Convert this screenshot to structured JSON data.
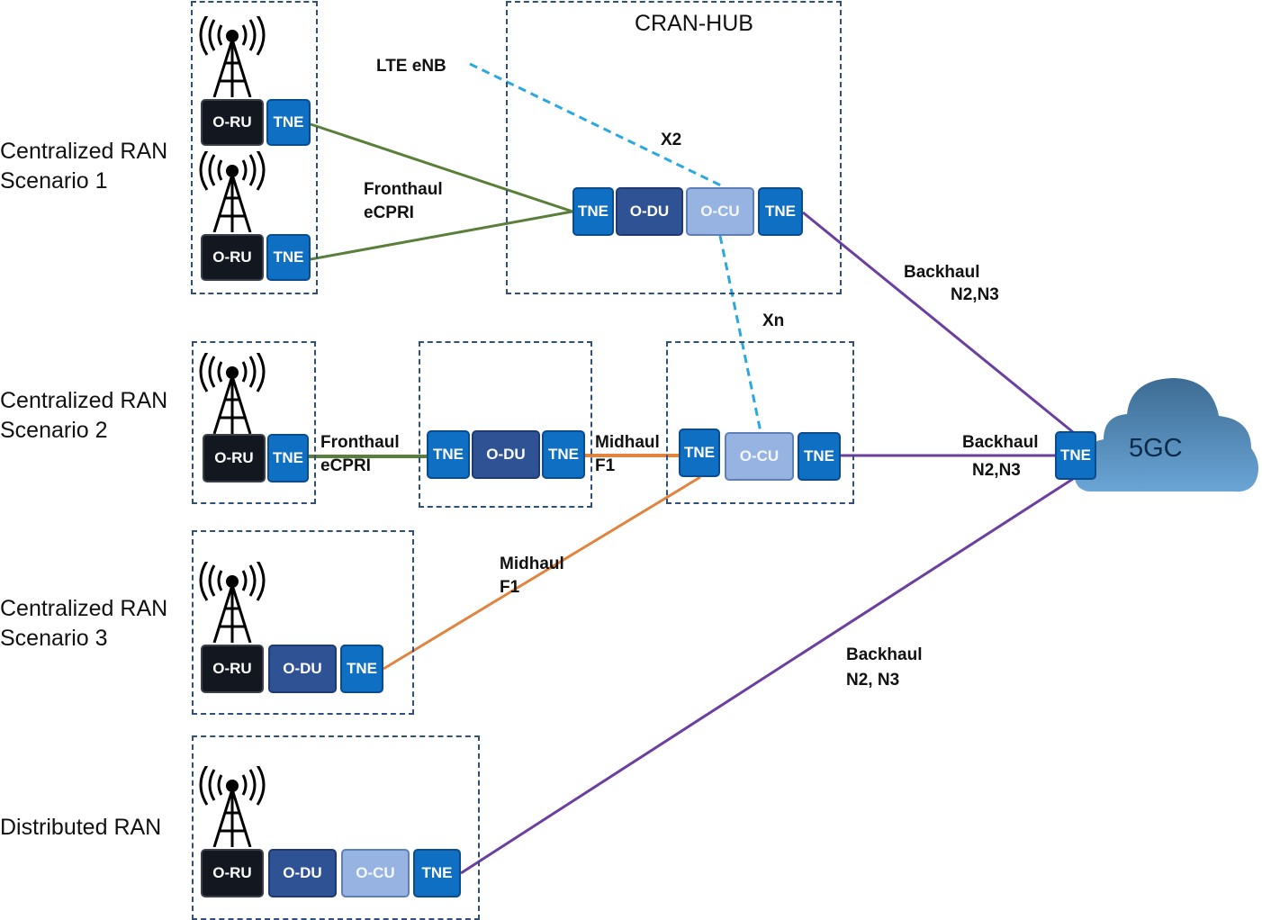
{
  "scenarios": {
    "s1": "Centralized RAN\nScenario 1",
    "s2": "Centralized RAN\nScenario 2",
    "s3": "Centralized RAN\nScenario 3",
    "s4": "Distributed RAN"
  },
  "hub_title": "CRAN-HUB",
  "core": "5GC",
  "blocks": {
    "o_ru": "O-RU",
    "o_du": "O-DU",
    "o_cu": "O-CU",
    "tne": "TNE"
  },
  "links": {
    "lte_enb": "LTE eNB",
    "x2": "X2",
    "xn": "Xn",
    "fronthaul_1": "Fronthaul\neCPRI",
    "fronthaul_2": "Fronthaul\neCPRI",
    "midhaul_2": "Midhaul\nF1",
    "midhaul_3": "Midhaul\nF1",
    "backhaul_1_a": "Backhaul",
    "backhaul_1_b": "N2,N3",
    "backhaul_2_a": "Backhaul",
    "backhaul_2_b": "N2,N3",
    "backhaul_4_a": "Backhaul",
    "backhaul_4_b": "N2, N3"
  },
  "colors": {
    "fronthaul": "#5a7f3a",
    "midhaul": "#e0843f",
    "backhaul": "#6b3fa0",
    "xn_x2": "#2aa8e0",
    "tne": "#0f6fc2",
    "o_ru": "#131820",
    "o_du": "#2f5294",
    "o_cu": "#97b3e1",
    "box_border": "#2f4f80"
  }
}
